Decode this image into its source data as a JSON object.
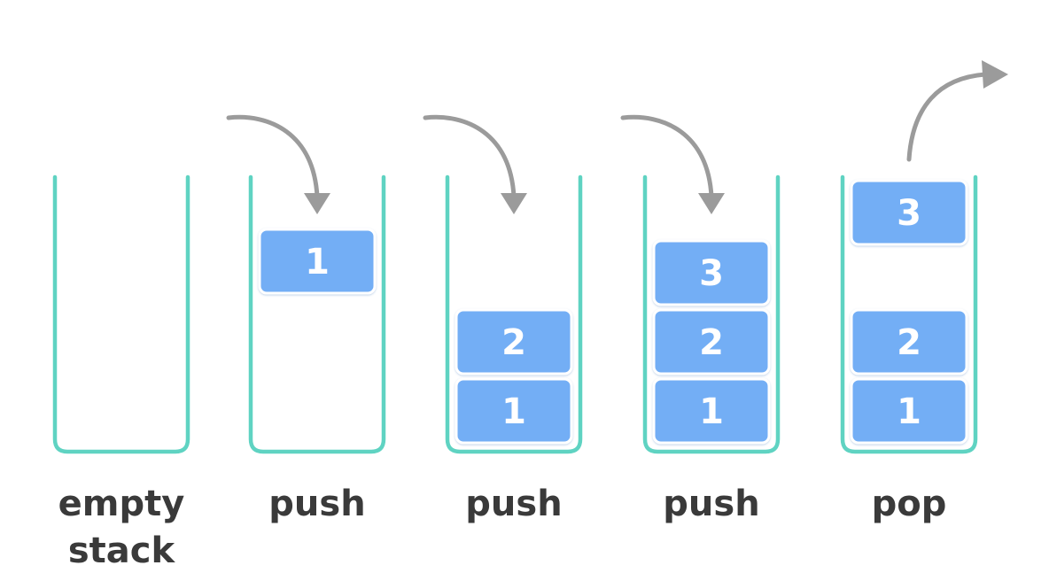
{
  "colors": {
    "container_stroke": "#5fd3c2",
    "block_fill": "#73aef5",
    "block_text": "#ffffff",
    "arrow": "#9b9b9b",
    "label_text": "#3a3a3a"
  },
  "steps": [
    {
      "label_lines": [
        "empty",
        "stack"
      ],
      "operation": "none",
      "stack": [],
      "popped": null
    },
    {
      "label_lines": [
        "push"
      ],
      "operation": "push",
      "stack": [],
      "pushed": "1",
      "popped": null
    },
    {
      "label_lines": [
        "push"
      ],
      "operation": "push",
      "stack": [
        "1",
        "2"
      ],
      "popped": null
    },
    {
      "label_lines": [
        "push"
      ],
      "operation": "push",
      "stack": [
        "1",
        "2",
        "3"
      ],
      "popped": null
    },
    {
      "label_lines": [
        "pop"
      ],
      "operation": "pop",
      "stack": [
        "1",
        "2"
      ],
      "popped": "3"
    }
  ]
}
